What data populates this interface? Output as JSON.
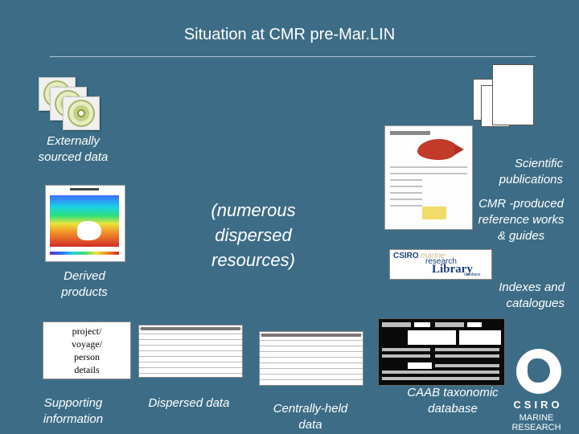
{
  "title": "Situation at CMR pre-Mar.LIN",
  "labels": {
    "externally_sourced": [
      "Externally",
      "sourced data"
    ],
    "scientific_publications": [
      "Scientific",
      "publications"
    ],
    "numerous_dispersed": [
      "(numerous",
      "dispersed",
      "resources)"
    ],
    "cmr_produced": [
      "CMR -produced",
      "reference works",
      "& guides"
    ],
    "derived_products": [
      "Derived",
      "products"
    ],
    "indexes_catalogues": [
      "Indexes and",
      "catalogues"
    ],
    "supporting_info": [
      "Supporting",
      "information"
    ],
    "dispersed_data": "Dispersed data",
    "centrally_held": [
      "Centrally-held",
      "data"
    ],
    "caab": [
      "CAAB taxonomic",
      "database"
    ]
  },
  "project_box": [
    "project/",
    "voyage/",
    "person",
    "details"
  ],
  "library_logo": {
    "csiro": "CSIRO",
    "marine": "marine",
    "research": "research",
    "library": "Library",
    "tag": "database"
  },
  "csiro_logo": {
    "name": "CSIRO",
    "division": "MARINE RESEARCH"
  },
  "icons": {
    "cd": "cd-icon",
    "documents": "document-stack-icon"
  },
  "colors": {
    "background": "#3d6d86",
    "text": "#ffffff"
  }
}
